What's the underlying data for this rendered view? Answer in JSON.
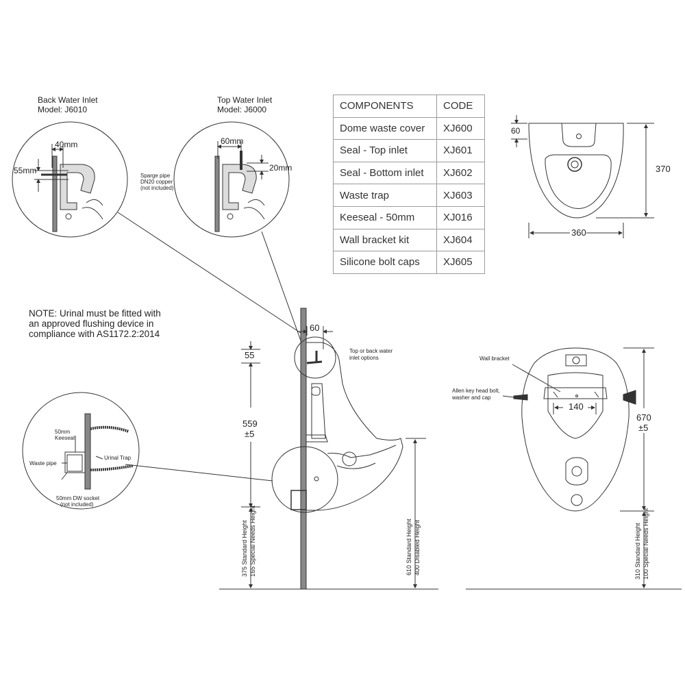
{
  "detail_back": {
    "title": "Back Water Inlet",
    "model": "Model: J6010",
    "dim_h": "40mm",
    "dim_v": "55mm"
  },
  "detail_top": {
    "title": "Top Water Inlet",
    "model": "Model: J6000",
    "dim_h": "60mm",
    "dim_v": "20mm"
  },
  "sparge_note": [
    "Sparge pipe",
    "DN20 copper",
    "(not included)"
  ],
  "note": [
    "NOTE: Urinal must be fitted with",
    "an approved flushing device in",
    "compliance with AS1172.2:2014"
  ],
  "components": {
    "headers": [
      "COMPONENTS",
      "CODE"
    ],
    "rows": [
      [
        "Dome waste cover",
        "XJ600"
      ],
      [
        "Seal - Top inlet",
        "XJ601"
      ],
      [
        "Seal - Bottom inlet",
        "XJ602"
      ],
      [
        "Waste trap",
        "XJ603"
      ],
      [
        "Keeseal - 50mm",
        "XJ016"
      ],
      [
        "Wall bracket kit",
        "XJ604"
      ],
      [
        "Silicone bolt caps",
        "XJ605"
      ]
    ]
  },
  "top_view": {
    "dim_60": "60",
    "dim_370": "370",
    "dim_360": "360"
  },
  "side_view": {
    "dim_60": "60",
    "inlet_note": [
      "Top or back water",
      "inlet options"
    ],
    "dim_55": "55",
    "dim_559": "559",
    "dim_559_tol": "±5",
    "height_left": [
      "375 Standard Height",
      "165 Special Needs Height"
    ],
    "height_right": [
      "610 Standard Height",
      "400 Disabled Height"
    ]
  },
  "waste_detail": {
    "keeseal": [
      "50mm",
      "Keeseal"
    ],
    "urinal_trap": "Urinal Trap",
    "waste_pipe": "Waste pipe",
    "dw_socket": [
      "50mm DW socket",
      "(not included)"
    ]
  },
  "front_view": {
    "wall_bracket": "Wall bracket",
    "allen_key": [
      "Allen key head bolt,",
      "washer and cap"
    ],
    "dim_140": "140",
    "dim_670": "670",
    "dim_670_tol": "±5",
    "height": [
      "310 Standard Height",
      "100 Special Needs Height"
    ]
  }
}
